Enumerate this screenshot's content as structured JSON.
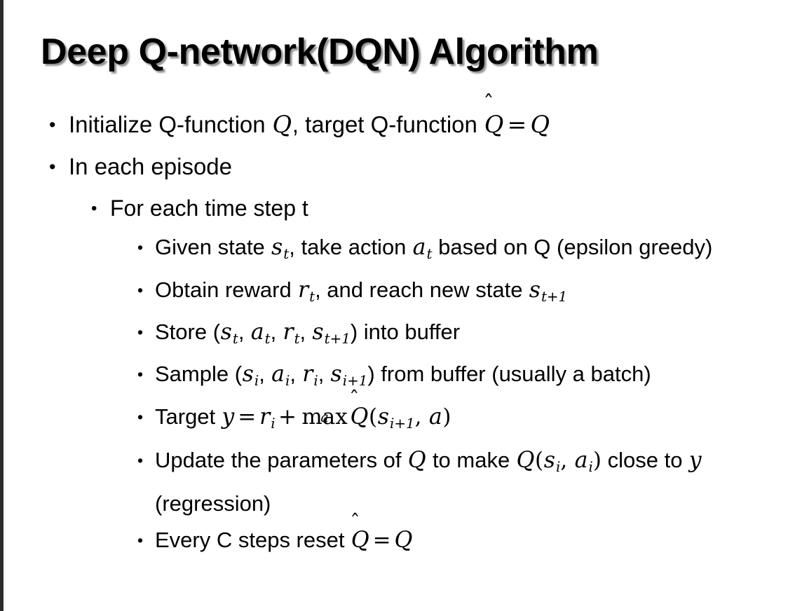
{
  "slide": {
    "title": "Deep Q-network(DQN) Algorithm",
    "background_color": "#ffffff",
    "text_color": "#000000",
    "edge_strip_color": "#2b2b2b",
    "bullet_glyph": "•"
  },
  "content": {
    "b1": {
      "level": 1,
      "text_parts": {
        "p1": "Initialize Q-function ",
        "q1": "Q",
        "p2": ", target Q-function ",
        "qhat": "Q",
        "hat": "̂",
        "eq": "=",
        "q2": "Q"
      },
      "plain": "Initialize Q-function Q, target Q-function Q̂ = Q"
    },
    "b2": {
      "level": 1,
      "plain": "In each episode"
    },
    "b3": {
      "level": 2,
      "plain": "For each time step t"
    },
    "b4": {
      "level": 3,
      "parts": {
        "p1": "Given state ",
        "s": "s",
        "s_sub": "t",
        "p2": ", take action ",
        "a": "a",
        "a_sub": "t",
        "p3": " based on Q (epsilon greedy)"
      },
      "plain": "Given state s_t, take action a_t based on Q (epsilon greedy)"
    },
    "b5": {
      "level": 3,
      "parts": {
        "p1": "Obtain reward ",
        "r": "r",
        "r_sub": "t",
        "p2": ", and reach new state ",
        "s": "s",
        "s_sub": "t+1"
      },
      "plain": "Obtain reward r_t, and reach new state s_t+1"
    },
    "b6": {
      "level": 3,
      "parts": {
        "p1": "Store (",
        "s": "s",
        "s_sub": "t",
        "c1": ", ",
        "a": "a",
        "a_sub": "t",
        "c2": ", ",
        "r": "r",
        "r_sub": "t",
        "c3": ", ",
        "s2": "s",
        "s2_sub": "t+1",
        "p2": ") into buffer"
      },
      "plain": "Store (s_t, a_t, r_t, s_t+1) into buffer"
    },
    "b7": {
      "level": 3,
      "parts": {
        "p1": "Sample (",
        "s": "s",
        "s_sub": "i",
        "c1": ", ",
        "a": "a",
        "a_sub": "i",
        "c2": ", ",
        "r": "r",
        "r_sub": "i",
        "c3": ", ",
        "s2": "s",
        "s2_sub": "i+1",
        "p2": ") from buffer (usually a batch)"
      },
      "plain": "Sample (s_i, a_i, r_i, s_i+1) from buffer (usually a batch)"
    },
    "b8": {
      "level": 3,
      "parts": {
        "p1": "Target ",
        "y": "y",
        "eq": "=",
        "r": "r",
        "r_sub": "i",
        "plus": "+",
        "max": "max",
        "max_limit": "a",
        "qhat": "Q",
        "hat": "̂",
        "open": "(",
        "s": "s",
        "s_sub": "i+1",
        "comma": ", ",
        "a": "a",
        "close": ")"
      },
      "plain": "Target y = r_i + max_a Q̂(s_i+1, a)"
    },
    "b9": {
      "level": 3,
      "parts": {
        "p1": "Update the parameters of ",
        "q1": "Q",
        "p2": " to make ",
        "q2": "Q",
        "open": "(",
        "s": "s",
        "s_sub": "i",
        "comma": ", ",
        "a": "a",
        "a_sub": "i",
        "close": ")",
        "p3": " close to ",
        "y": "y",
        "p4": " (regression)"
      },
      "plain": "Update the parameters of Q to make Q(s_i, a_i) close to y (regression)"
    },
    "b10": {
      "level": 3,
      "parts": {
        "p1": "Every C steps reset ",
        "qhat": "Q",
        "hat": "̂",
        "eq": "=",
        "q": "Q"
      },
      "plain": "Every C steps reset Q̂ = Q"
    }
  }
}
